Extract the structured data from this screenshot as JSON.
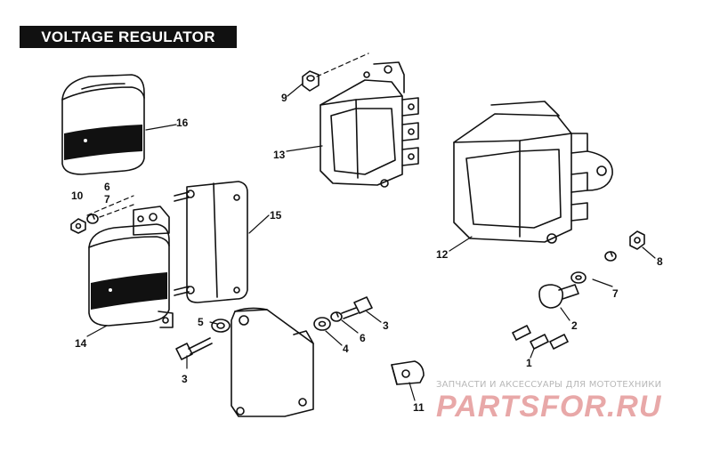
{
  "title": "VOLTAGE REGULATOR",
  "watermark": {
    "tagline": "ЗАПЧАСТИ И АКСЕССУАРЫ ДЛЯ МОТОТЕХНИКИ",
    "logo": "PARTSFOR.RU"
  },
  "callouts": [
    {
      "id": "c16",
      "label": "16"
    },
    {
      "id": "c15",
      "label": "15"
    },
    {
      "id": "c14",
      "label": "14"
    },
    {
      "id": "c13",
      "label": "13"
    },
    {
      "id": "c12",
      "label": "12"
    },
    {
      "id": "c11",
      "label": "11"
    },
    {
      "id": "c10",
      "label": "10"
    },
    {
      "id": "c9",
      "label": "9"
    },
    {
      "id": "c8",
      "label": "8"
    },
    {
      "id": "c7a",
      "label": "7"
    },
    {
      "id": "c7b",
      "label": "7"
    },
    {
      "id": "c6a",
      "label": "6"
    },
    {
      "id": "c6b",
      "label": "6"
    },
    {
      "id": "c5",
      "label": "5"
    },
    {
      "id": "c4",
      "label": "4"
    },
    {
      "id": "c3a",
      "label": "3"
    },
    {
      "id": "c3b",
      "label": "3"
    },
    {
      "id": "c2",
      "label": "2"
    },
    {
      "id": "c1",
      "label": "1"
    }
  ],
  "colors": {
    "ink": "#111111",
    "watermark_text": "#b8b8b8",
    "logo": "#e8a8a8"
  }
}
